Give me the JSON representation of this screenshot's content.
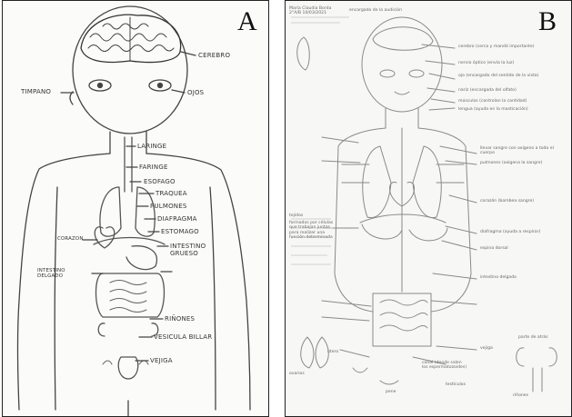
{
  "panels": [
    {
      "letter": "A",
      "labels": {
        "cerebro": "CEREBRO",
        "timpano": "TIMPANO",
        "ojos": "OJOS",
        "laringe": "LARINGE",
        "faringe": "FARINGE",
        "esofago": "ESOFAGO",
        "traquea": "TRAQUEA",
        "pulmones": "PULMONES",
        "diafragma": "DIAFRAGMA",
        "estomago": "ESTOMAGO",
        "intestino": "INTESTINO GRUESO",
        "rinones": "RIÑONES",
        "vesicula": "VESICULA BILLAR",
        "vejiga": "VEJIGA",
        "corazon": "CORAZON",
        "intestino_delgado": "INTESTINO DELGADO"
      }
    },
    {
      "letter": "B",
      "labels": {
        "header": "María Claudia Borda 2°A/B 10/03/2021",
        "note_top": "encargado de la audición",
        "cerebro": "cerebro (cerca y mandó importante)",
        "nervio": "nervio óptico (envía la luz)",
        "ojo": "ojo (encargado del sentido de la vista)",
        "nariz": "nariz (encargada del olfato)",
        "musculos": "músculos (controlan la cantidad)",
        "lengua": "lengua (ayuda en la masticación)",
        "sangre": "llevar sangre con oxígeno a todo el cuerpo",
        "pulmones": "pulmones (oxigena la sangre)",
        "corazon": "corazón (bombea sangre)",
        "diafragma": "diafragma (ayuda a respirar)",
        "espinal": "espina dorsal",
        "intestino_delgado": "intestino delgado",
        "canal": "canal (donde salen los espermatozoides)",
        "testiculos": "testículos",
        "pene": "pene",
        "utero": "útero",
        "ovarios": "ovarios",
        "tejidos_title": "tejidos",
        "tejidos_text": "formados por células que trabajan juntas para realizar una función determinada",
        "vejiga": "vejiga",
        "riñones": "riñones",
        "parte": "parte de atrás"
      }
    }
  ]
}
